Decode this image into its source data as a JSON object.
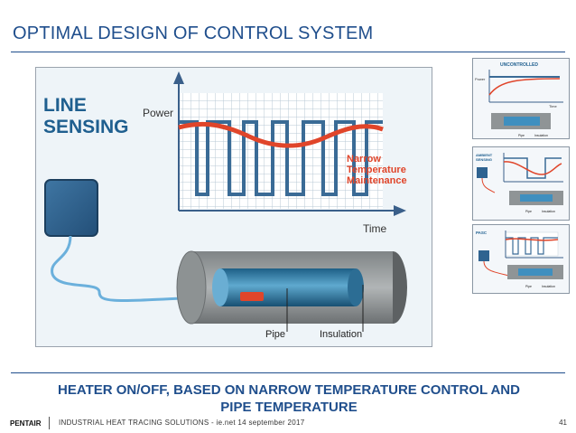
{
  "slide": {
    "title": "OPTIMAL DESIGN OF CONTROL SYSTEM",
    "caption_line1": "HEATER ON/OFF, BASED ON NARROW TEMPERATURE CONTROL AND",
    "caption_line2": "PIPE TEMPERATURE",
    "accent_color": "#1f4e8c"
  },
  "main_figure": {
    "heading_line1": "LINE",
    "heading_line2": "SENSING",
    "y_axis_label": "Power",
    "x_axis_label": "Time",
    "annotation_line1": "Narrow",
    "annotation_line2": "Temperature",
    "annotation_line3": "Maintenance",
    "pipe_label": "Pipe",
    "insulation_label": "Insulation",
    "colors": {
      "heading": "#1f5f8f",
      "annotation": "#e0452a",
      "signal": "#3a5f8a"
    }
  },
  "thumbnails": [
    {
      "heading": "UNCONTROLLED",
      "power_label": "Power",
      "time_label": "Time",
      "pipe_label": "Pipe",
      "insulation_label": "Insulation"
    },
    {
      "heading_line1": "AMBIENT",
      "heading_line2": "SENSING",
      "pipe_label": "Pipe",
      "insulation_label": "Insulation"
    },
    {
      "heading": "PASC",
      "pipe_label": "Pipe",
      "insulation_label": "Insulation"
    }
  ],
  "footer": {
    "brand": "PENTAIR",
    "text": "INDUSTRIAL HEAT TRACING SOLUTIONS  -  ie.net  14 september 2017",
    "page_number": "41"
  }
}
